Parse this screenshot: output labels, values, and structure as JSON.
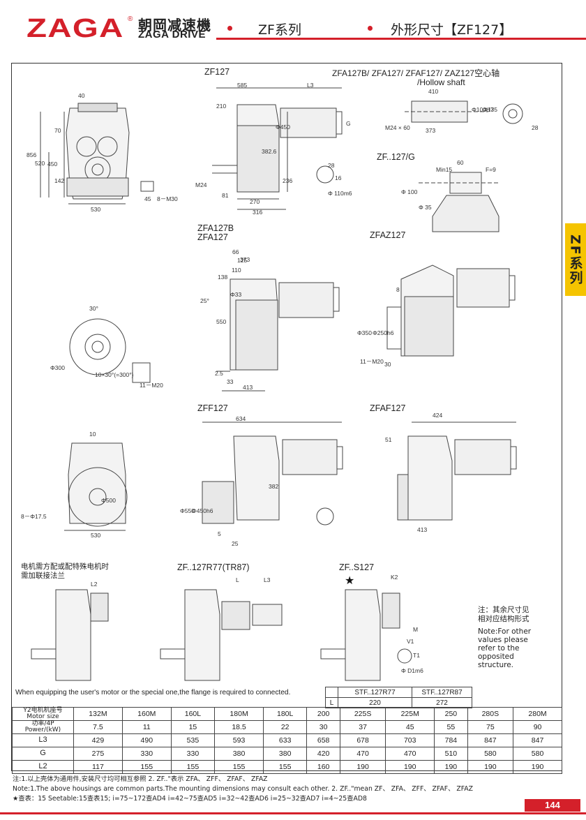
{
  "header": {
    "logo_mark": "ZAGA",
    "logo_registered": "®",
    "logo_cn": "朝岡减速機",
    "logo_en": "ZAGA DRIVE",
    "series": "ZF系列",
    "title": "外形尺寸【ZF127】",
    "brand_color": "#d4202a"
  },
  "side_tab": {
    "label": "ZF系列",
    "color": "#f5c400"
  },
  "views": {
    "zf127": "ZF127",
    "hollow": "ZFA127B/  ZFA127/  ZFAF127/  ZAZ127空心轴",
    "hollow_en": "/Hollow shaft",
    "zfg": "ZF..127/G",
    "zfa127b": "ZFA127B",
    "zfa127": "ZFA127",
    "zfaz127": "ZFAZ127",
    "zff127": "ZFF127",
    "zfaf127": "ZFAF127",
    "motor_note_cn": "电机需方配或配特殊电机时",
    "motor_note_cn2": "需加联接法兰",
    "zfr77": "ZF..127R77(TR87)",
    "zfs127": "ZF..S127",
    "star": "★",
    "note_cn": "注：其余尺寸见",
    "note_cn2": "相对应结构形式",
    "note_en": "Note:For other values please refer to the opposited structure."
  },
  "dims": {
    "d40": "40",
    "d856": "856",
    "d520": "520",
    "d70": "70",
    "d450": "450",
    "d142": "142",
    "d530": "530",
    "d45": "45",
    "d8m30": "8－M30",
    "d585": "585",
    "dL3": "L3",
    "d210": "210",
    "dG": "G",
    "dM24": "M24",
    "d81": "81",
    "d270": "270",
    "d316": "316",
    "d236": "236",
    "d3826": "382.6",
    "dphi450": "Φ450",
    "d28": "28",
    "d16": "16",
    "dphi110": "Φ 110m6",
    "d410": "410",
    "dm24x60": "M24 × 60",
    "d373": "373",
    "dphi100": "Φ100H7",
    "dphi135": "Φ135",
    "dphi28": "28",
    "d60": "60",
    "dmin15": "Min15",
    "df9": "F=9",
    "dphi100g": "Φ 100",
    "dphi35": "Φ 35",
    "d66": "66",
    "d125": "125",
    "d110": "110",
    "d138": "138",
    "d25": "25°",
    "dphi33": "Φ33",
    "d550": "550",
    "d25b": "2.5",
    "d33": "33",
    "d413": "413",
    "d30deg": "30°",
    "dphi300": "Φ300",
    "d10x30": "10×30°(=300°)",
    "d11m20": "11－M20",
    "d8": "8",
    "d350": "Φ350",
    "d250": "Φ250h6",
    "d30": "30",
    "d11m20b": "11－M20",
    "d634": "634",
    "d10": "10",
    "d8phi": "8－Φ17.5",
    "dphi500": "Φ500",
    "d5": "5",
    "d25c": "25",
    "dphi550": "Φ550",
    "dphi450h6": "Φ450h6",
    "d382": "382",
    "d424": "424",
    "d51": "51",
    "dL2": "L2",
    "dL": "L",
    "dK2": "K2",
    "dM": "M",
    "dV1": "V1",
    "dT1": "T1",
    "dD1": "Φ D1m6"
  },
  "equip_note": "When equipping the user's motor  or the  special one,the flange is required to connected.",
  "stf_table": {
    "headers": [
      "STF..127R77",
      "STF..127R87"
    ],
    "row_label": "L",
    "values": [
      "220",
      "272"
    ]
  },
  "spec_table": {
    "row_labels": [
      {
        "cn": "Y2电机机座号",
        "en": "Motor size"
      },
      {
        "cn": "功率/4P",
        "en": "Power/(kW)"
      },
      {
        "en": "L3"
      },
      {
        "en": "G"
      },
      {
        "en": "L2"
      }
    ],
    "motor_size": [
      "132M",
      "160M",
      "160L",
      "180M",
      "180L",
      "200",
      "225S",
      "225M",
      "250",
      "280S",
      "280M"
    ],
    "power": [
      "7.5",
      "11",
      "15",
      "18.5",
      "22",
      "30",
      "37",
      "45",
      "55",
      "75",
      "90"
    ],
    "L3": [
      "429",
      "490",
      "535",
      "593",
      "633",
      "658",
      "678",
      "703",
      "784",
      "847",
      "847"
    ],
    "G": [
      "275",
      "330",
      "330",
      "380",
      "380",
      "420",
      "470",
      "470",
      "510",
      "580",
      "580"
    ],
    "L2": [
      "117",
      "155",
      "155",
      "155",
      "155",
      "160",
      "190",
      "190",
      "190",
      "190",
      "190"
    ]
  },
  "footnotes": {
    "cn": "注:1.以上壳体为通用件,安装尺寸均可相互参照    2.  ZF..\"表示  ZFA、  ZFF、  ZFAF、  ZFAZ",
    "en": "Note:1.The above housings are common parts.The mounting dimensions may consult each other.   2.  ZF..\"mean  ZF、  ZFA、  ZFF、  ZFAF、  ZFAZ",
    "ratio": "★查表：15  Seetable:15查表15;  i=75~172查AD4  i=42~75查AD5  i=32~42查AD6  i=25~32查AD7  i=4~25查AD8"
  },
  "page_number": "144"
}
